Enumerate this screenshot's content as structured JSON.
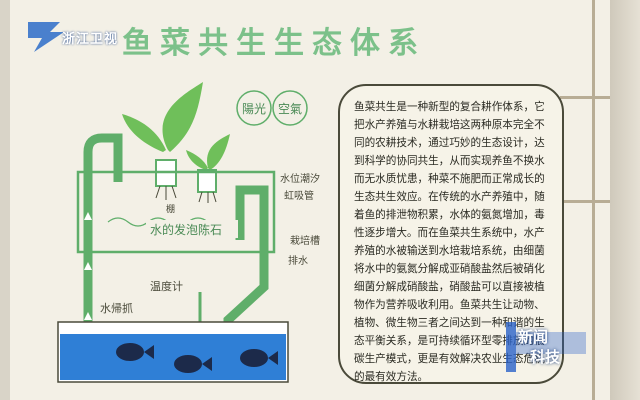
{
  "channel_logo": {
    "text": "浙江卫视"
  },
  "title": "鱼菜共生生态体系",
  "labels": {
    "sunlight": "陽光",
    "air": "空氣",
    "water_level_tide": "水位潮汐",
    "siphon": "虹吸管",
    "shelf": "棚",
    "ceramsite": "水的发泡陈石",
    "planting_trough": "栽培槽",
    "drain": "排水",
    "water_pump": "水帰抓",
    "thermometer": "温度计"
  },
  "description": "鱼菜共生是一种新型的复合耕作体系，它把水产养殖与水耕栽培这两种原本完全不同的农耕技术，通过巧妙的生态设计，达到科学的协同共生，从而实现养鱼不换水而无水质忧患，种菜不施肥而正常成长的生态共生效应。在传统的水产养殖中，随着鱼的排泄物积累，水体的氨氮增加，毒性逐步增大。而在鱼菜共生系统中，水产养殖的水被输送到水培栽培系统，由细菌将水中的氨氮分解成亚硝酸盐然后被硝化细菌分解成硝酸盐，硝酸盐可以直接被植物作为营养吸收利用。鱼菜共生让动物、植物、微生物三者之间达到一种和谐的生态平衡关系，是可持续循环型零排放的低碳生产模式，更是有效解决农业生态危机的最有效方法。",
  "news_logo": {
    "line1": "新闻",
    "line2": "科技"
  },
  "colors": {
    "title_green": "#7cc18a",
    "diagram_green": "#5fae6a",
    "water_blue": "#2f7fd6"
  }
}
